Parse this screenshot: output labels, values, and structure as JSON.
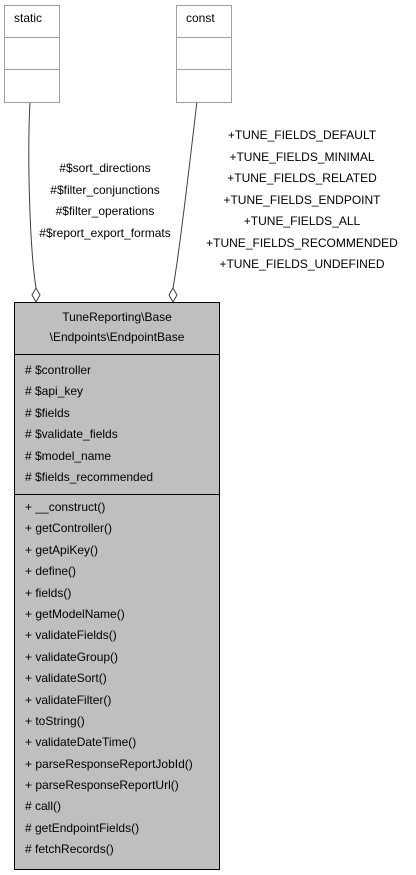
{
  "static_box": {
    "title": "static"
  },
  "const_box": {
    "title": "const"
  },
  "static_label": [
    "#$sort_directions",
    "#$filter_conjunctions",
    "#$filter_operations",
    "#$report_export_formats"
  ],
  "const_label": [
    "+TUNE_FIELDS_DEFAULT",
    "+TUNE_FIELDS_MINIMAL",
    "+TUNE_FIELDS_RELATED",
    "+TUNE_FIELDS_ENDPOINT",
    "+TUNE_FIELDS_ALL",
    "+TUNE_FIELDS_RECOMMENDED",
    "+TUNE_FIELDS_UNDEFINED"
  ],
  "class_box": {
    "name_line1": "TuneReporting\\Base",
    "name_line2": "\\Endpoints\\EndpointBase",
    "attributes": [
      "# $controller",
      "# $api_key",
      "# $fields",
      "# $validate_fields",
      "# $model_name",
      "# $fields_recommended"
    ],
    "operations": [
      "+ __construct()",
      "+ getController()",
      "+ getApiKey()",
      "+ define()",
      "+ fields()",
      "+ getModelName()",
      "+ validateFields()",
      "+ validateGroup()",
      "+ validateSort()",
      "+ validateFilter()",
      "+ toString()",
      "+ validateDateTime()",
      "+ parseResponseReportJobId()",
      "+ parseResponseReportUrl()",
      "# call()",
      "# getEndpointFields()",
      "# fetchRecords()"
    ]
  }
}
